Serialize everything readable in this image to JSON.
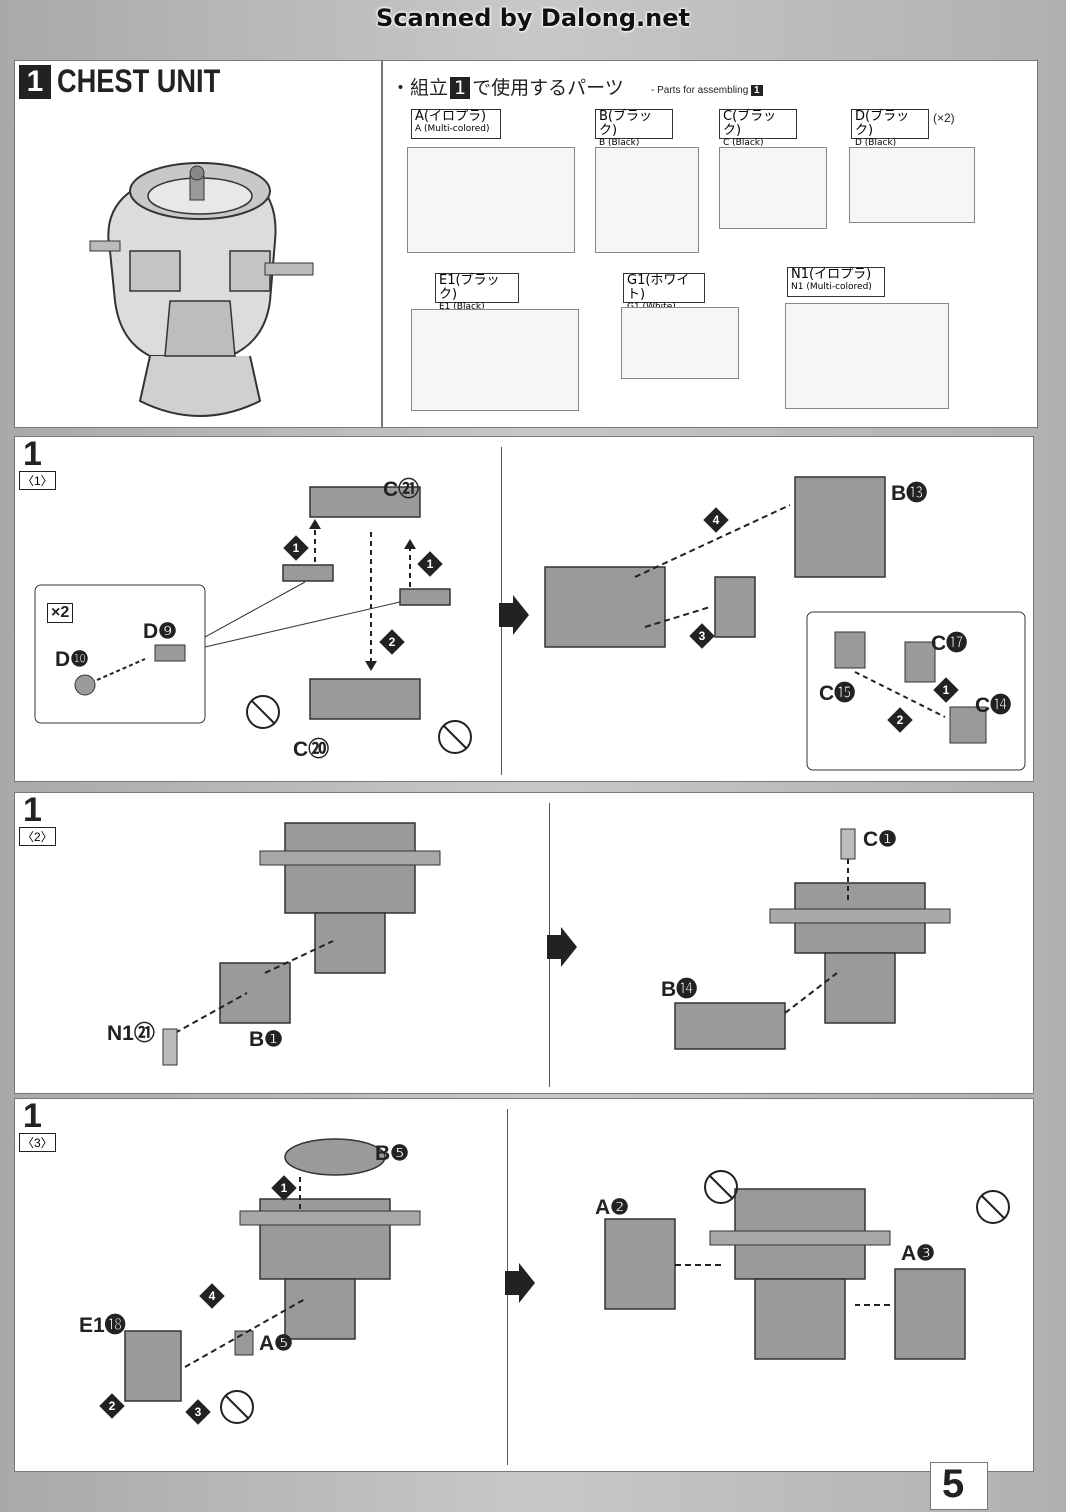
{
  "watermark": "Scanned by Dalong.net",
  "section": {
    "number": "1",
    "title": "CHEST UNIT",
    "parts_heading_prefix": "・組立",
    "parts_heading_num": "1",
    "parts_heading_suffix": "で使用するパーツ",
    "parts_heading_en": "- Parts for assembling",
    "parts_heading_en_num": "1"
  },
  "runners": [
    {
      "jp": "A(イロプラ)",
      "en": "A (Multi-colored)"
    },
    {
      "jp": "B(ブラック)",
      "en": "B (Black)"
    },
    {
      "jp": "C(ブラック)",
      "en": "C (Black)"
    },
    {
      "jp": "D(ブラック)",
      "en": "D (Black)",
      "qty": "(×2)"
    },
    {
      "jp": "E1(ブラック)",
      "en": "E1 (Black)"
    },
    {
      "jp": "G1(ホワイト)",
      "en": "G1 (White)"
    },
    {
      "jp": "N1(イロプラ)",
      "en": "N1 (Multi-colored)"
    }
  ],
  "steps": [
    {
      "num": "1",
      "sub": "〈1〉",
      "labels": {
        "c21": "C㉑",
        "c20": "C⑳",
        "d9": "D❾",
        "d10": "D❿",
        "x2": "×2",
        "b13": "B⓭",
        "c17": "C⓱",
        "c15": "C⓯",
        "c14": "C⓮"
      },
      "order": [
        "1",
        "1",
        "2",
        "4",
        "3",
        "1",
        "2"
      ]
    },
    {
      "num": "1",
      "sub": "〈2〉",
      "labels": {
        "n121": "N1㉑",
        "b1": "B❶",
        "c1": "C❶",
        "b14": "B⓮"
      }
    },
    {
      "num": "1",
      "sub": "〈3〉",
      "labels": {
        "b5": "B❺",
        "e118": "E1⓲",
        "a5": "A❺",
        "a2": "A❷",
        "a3": "A❸"
      },
      "order": [
        "1",
        "4",
        "2",
        "3"
      ]
    }
  ],
  "page_number": "5"
}
